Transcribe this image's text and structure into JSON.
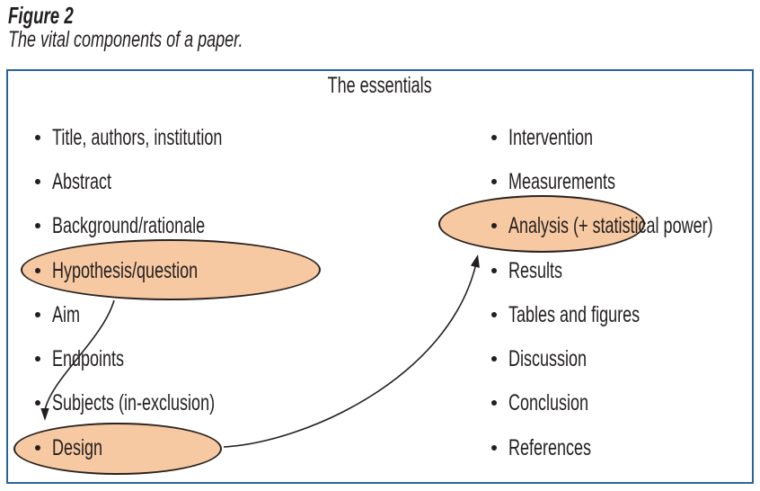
{
  "figure": {
    "label": "Figure 2",
    "caption": "The vital components of a paper."
  },
  "panel": {
    "title": "The essentials"
  },
  "columns": {
    "left": {
      "items": [
        "Title, authors, institution",
        "Abstract",
        "Background/rationale",
        "Hypothesis/question",
        "Aim",
        "Endpoints",
        "Subjects (in-exclusion)",
        "Design"
      ]
    },
    "right": {
      "items": [
        "Intervention",
        "Measurements",
        "Analysis (+ statistical power)",
        "Results",
        "Tables and figures",
        "Discussion",
        "Conclusion",
        "References"
      ]
    }
  },
  "highlighted_items": [
    "Hypothesis/question",
    "Design",
    "Analysis (+ statistical power)"
  ],
  "arrows": [
    {
      "from": "Hypothesis/question",
      "to": "Design"
    },
    {
      "from": "Design",
      "to": "Analysis (+ statistical power)"
    }
  ],
  "colors": {
    "background": "#ffffff",
    "panel_border": "#2a6496",
    "ellipse_fill": "#f6c9a2",
    "ellipse_stroke": "#29221f",
    "text": "#231f20",
    "arrow": "#231f20"
  }
}
